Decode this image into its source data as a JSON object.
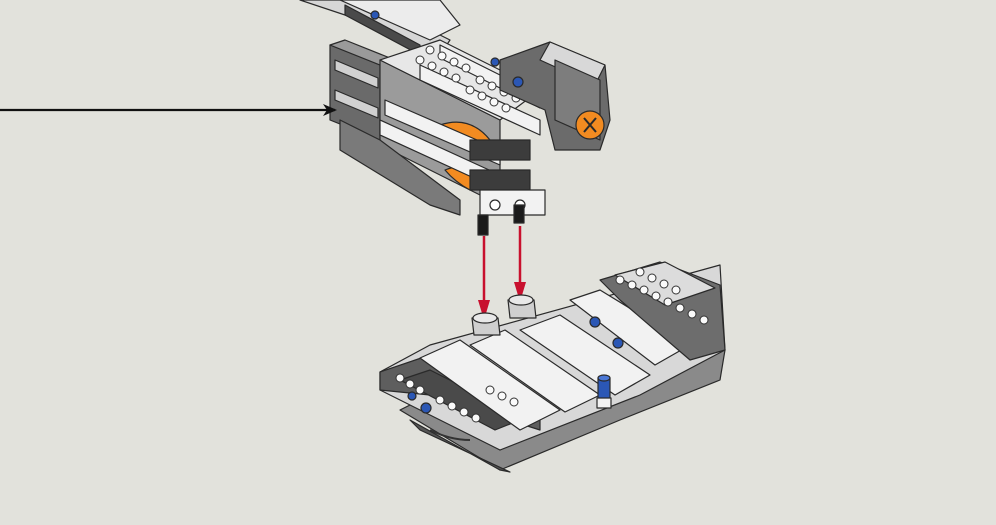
{
  "step": {
    "background": "#e2e2dc",
    "assemblies": [
      {
        "name": "motor-arm-subassembly",
        "icon": "gear-icon"
      },
      {
        "name": "base-frame-subassembly",
        "icon": "beam-icon"
      }
    ],
    "annotations": [
      {
        "name": "attach-pointer-arrow",
        "color": "#111111"
      },
      {
        "name": "insert-arrow-left",
        "color": "#c8102e"
      },
      {
        "name": "insert-arrow-right",
        "color": "#c8102e"
      }
    ],
    "colors": {
      "light_gray": "#d9d9d9",
      "white_part": "#f2f2f2",
      "dark_gray": "#5a5a5a",
      "mid_gray": "#8c8c8c",
      "orange": "#f28b21",
      "blue": "#2b57b5",
      "outline": "#2a2a2a"
    }
  }
}
